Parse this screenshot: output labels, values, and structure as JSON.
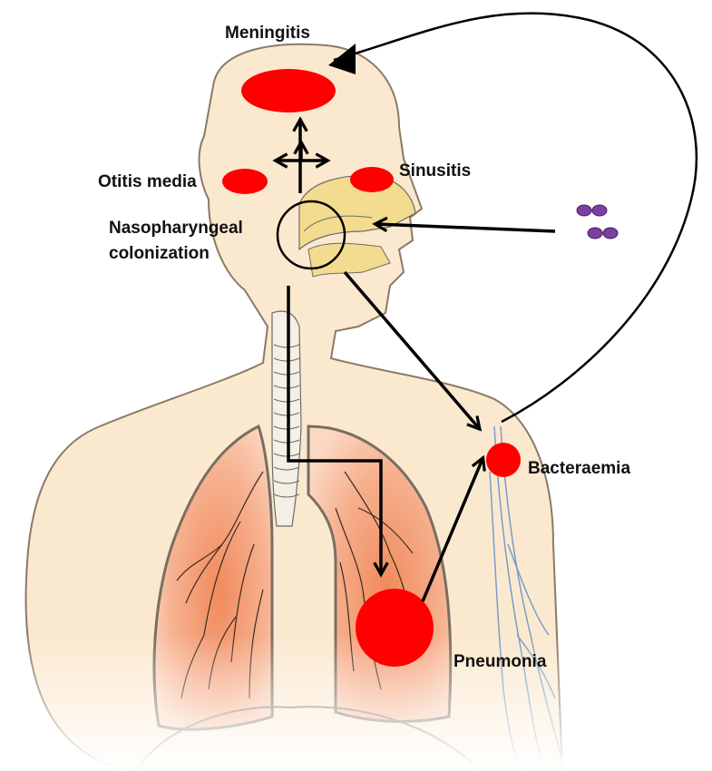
{
  "labels": {
    "meningitis": "Meningitis",
    "otitis_media": "Otitis media",
    "sinusitis": "Sinusitis",
    "nasopharyngeal_line1": "Nasopharyngeal",
    "nasopharyngeal_line2": "colonization",
    "bacteraemia": "Bacteraemia",
    "pneumonia": "Pneumonia"
  },
  "colors": {
    "infection_site": "#ff0000",
    "bacteria": "#7b3fa0",
    "skin": "#fbe9cf",
    "lung": "#f3a27e",
    "vein": "#7a9cc8",
    "arrow": "#000000"
  }
}
